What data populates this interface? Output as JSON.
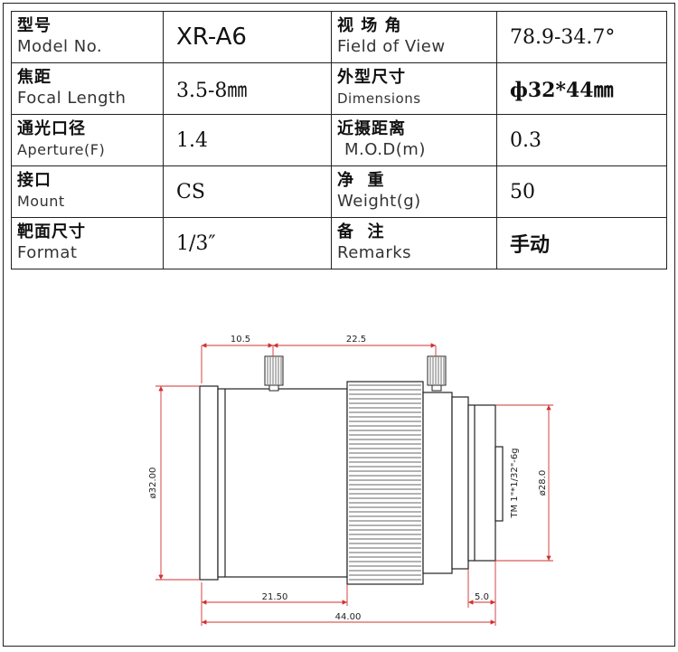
{
  "specs": {
    "model": {
      "label_cn": "型号",
      "label_en": "Model No.",
      "value": "XR-A6"
    },
    "fov": {
      "label_cn": "视 场 角",
      "label_en": "Field of View",
      "value": "78.9-34.7°"
    },
    "focal": {
      "label_cn": "焦距",
      "label_en": "Focal Length",
      "value": "3.5-8㎜"
    },
    "dimensions": {
      "label_cn": "外型尺寸",
      "label_en": "Dimensions",
      "value": "ф32*44㎜"
    },
    "aperture": {
      "label_cn": "通光口径",
      "label_en": "Aperture(F)",
      "value": "1.4"
    },
    "mod": {
      "label_cn": "近摄距离",
      "label_en": "M.O.D(m)",
      "value": "0.3"
    },
    "mount": {
      "label_cn": "接口",
      "label_en": "Mount",
      "value": "CS"
    },
    "weight": {
      "label_cn": "净  重",
      "label_en": "Weight(g)",
      "value": "50"
    },
    "format": {
      "label_cn": "靶面尺寸",
      "label_en": "Format",
      "value": "1/3″"
    },
    "remarks": {
      "label_cn": "备  注",
      "label_en": "Remarks",
      "value": "手动"
    }
  },
  "drawing": {
    "dim_top_left": "10.5",
    "dim_top_right": "22.5",
    "dim_left_dia": "ø32.00",
    "dim_right_dia": "ø28.0",
    "thread_label": "TM 1\"*1/32\"-6g",
    "dim_bottom_body": "21.50",
    "dim_bottom_mount": "5.0",
    "dim_total": "44.00"
  },
  "colors": {
    "line": "#222222",
    "dim_red": "#d03030",
    "background": "#ffffff"
  }
}
